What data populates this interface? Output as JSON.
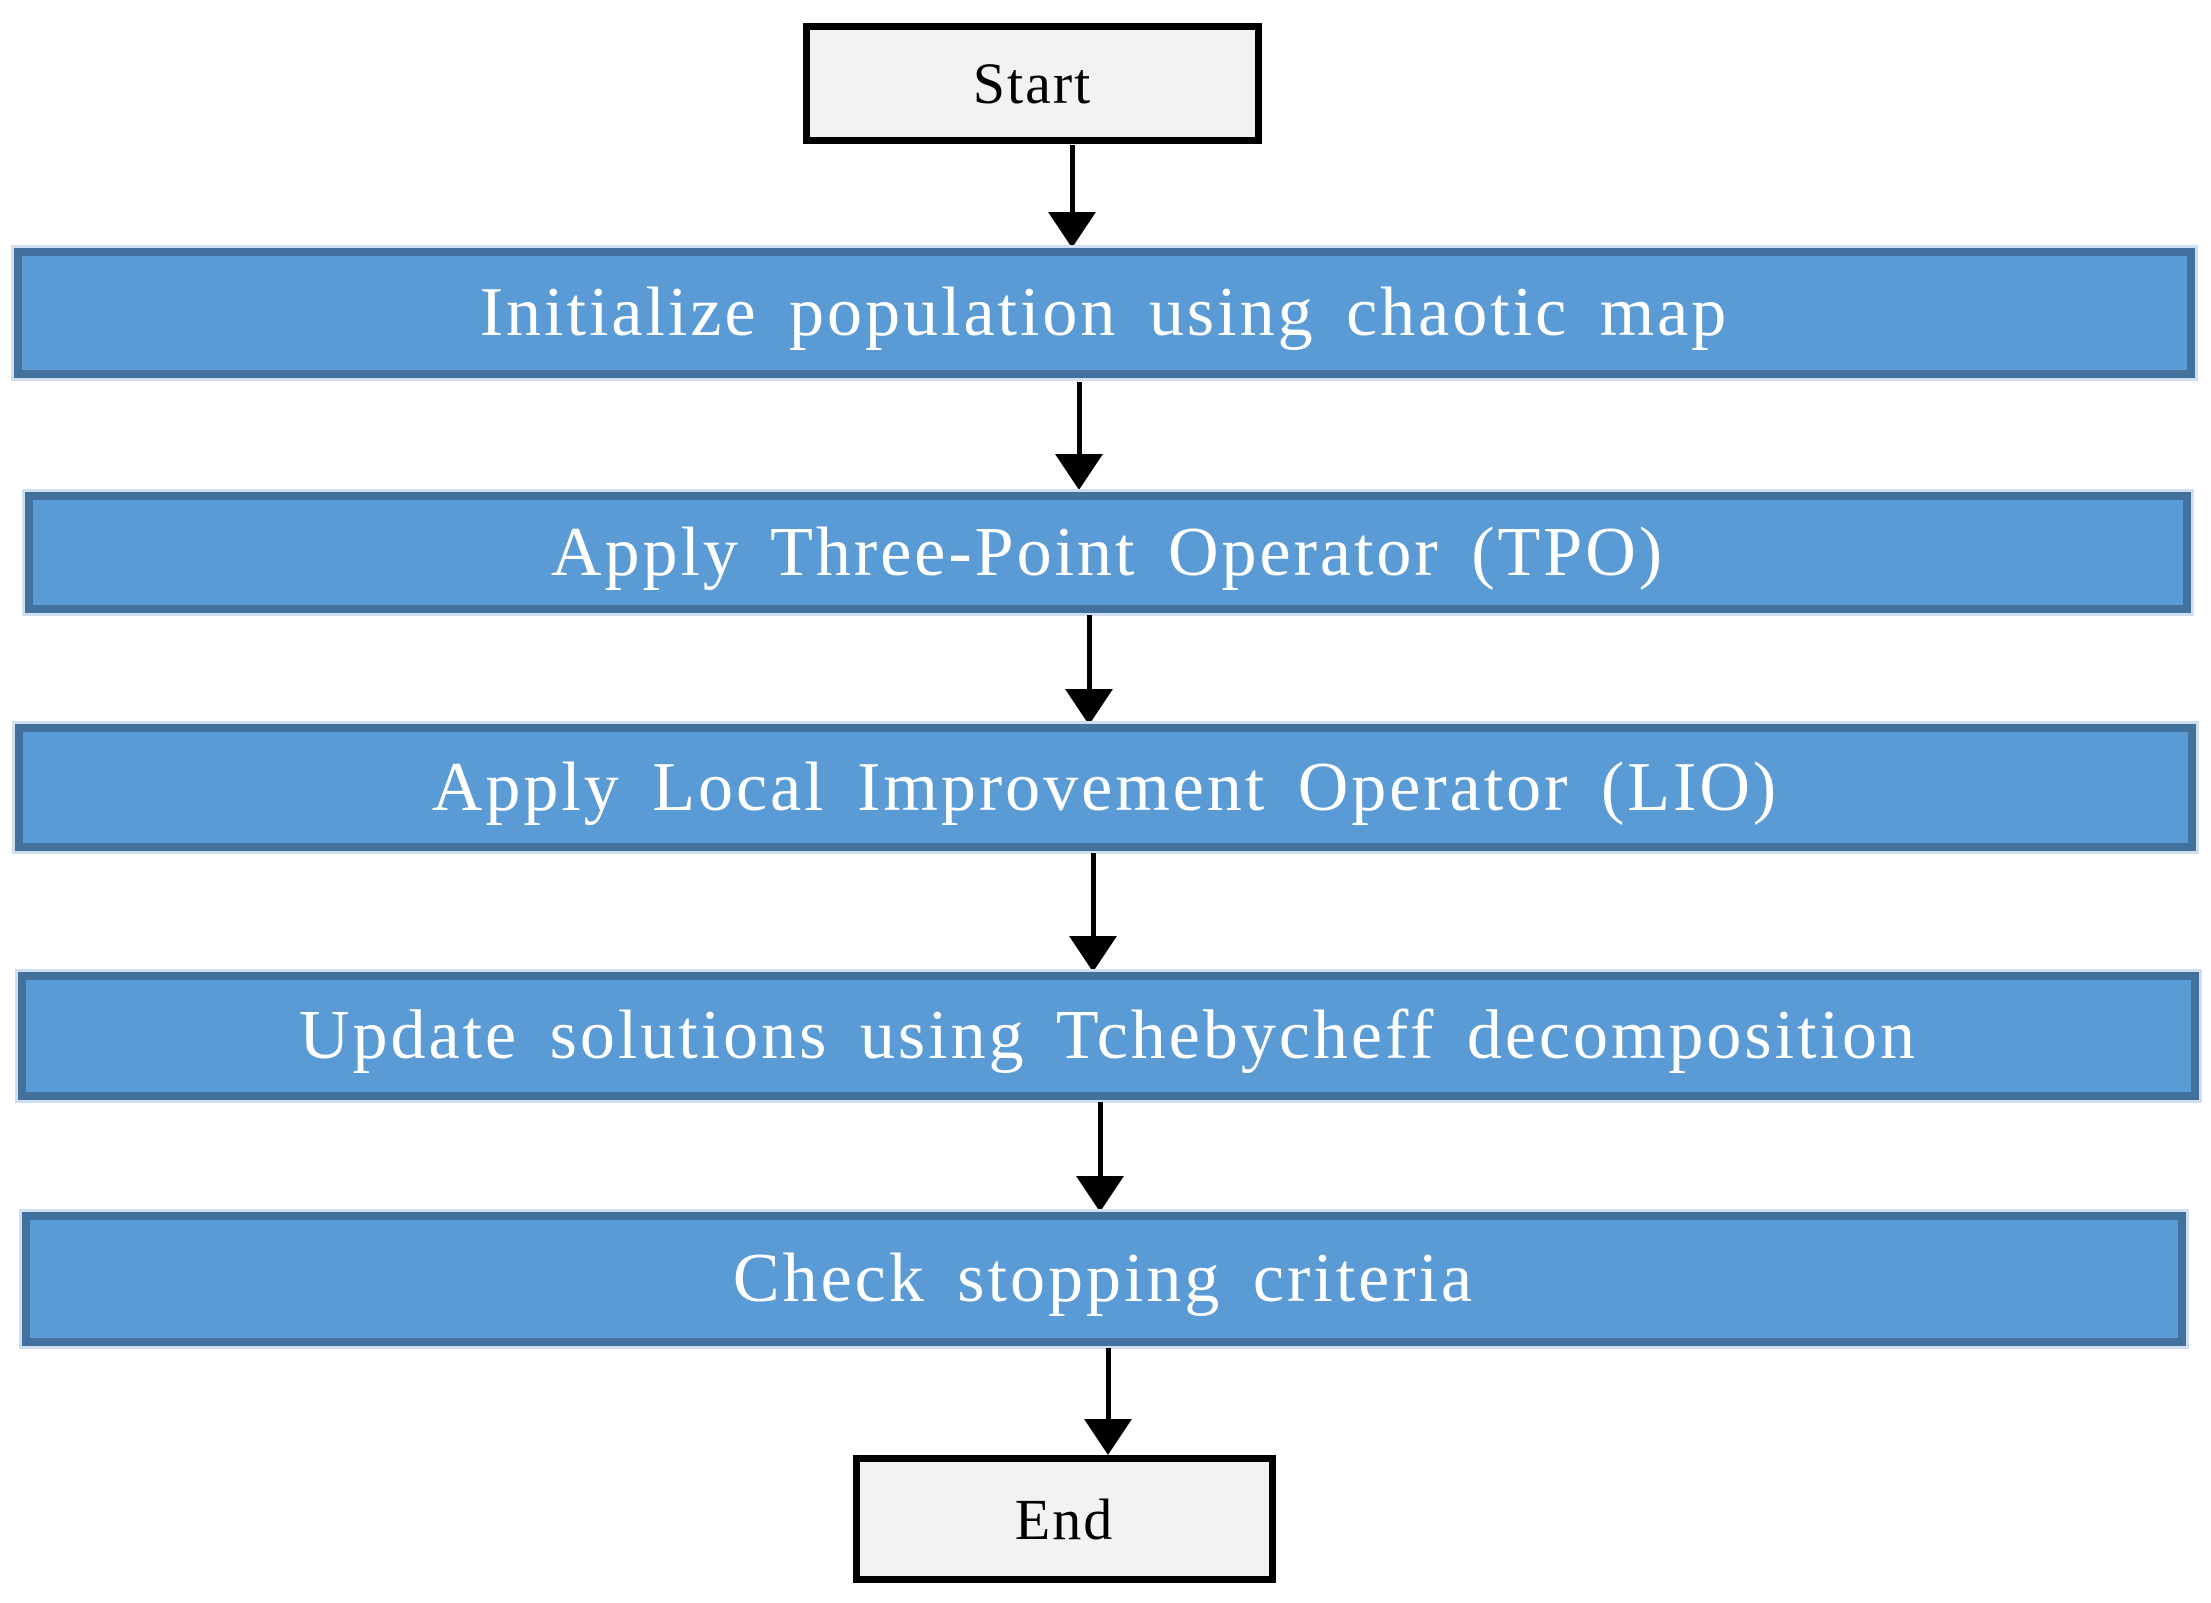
{
  "figure": {
    "type": "flowchart",
    "background": "#FFFFFF"
  },
  "diagram": {
    "nodes": [
      {
        "id": "start",
        "kind": "terminal",
        "label": "Start"
      },
      {
        "id": "initialize",
        "kind": "process",
        "label": "Initialize population using chaotic map"
      },
      {
        "id": "tpo",
        "kind": "process",
        "label": "Apply Three-Point Operator (TPO)"
      },
      {
        "id": "lio",
        "kind": "process",
        "label": "Apply Local Improvement Operator (LIO)"
      },
      {
        "id": "update",
        "kind": "process",
        "label": "Update solutions using Tchebycheff decomposition"
      },
      {
        "id": "check",
        "kind": "process",
        "label": "Check stopping criteria"
      },
      {
        "id": "end",
        "kind": "terminal",
        "label": "End"
      }
    ],
    "edges": [
      {
        "from": "start",
        "to": "initialize"
      },
      {
        "from": "initialize",
        "to": "tpo"
      },
      {
        "from": "tpo",
        "to": "lio"
      },
      {
        "from": "lio",
        "to": "update"
      },
      {
        "from": "update",
        "to": "check"
      },
      {
        "from": "check",
        "to": "end"
      }
    ],
    "colors": {
      "process_fill": "#5B9BD5",
      "process_border": "#41719C",
      "process_text": "#FFFFFF",
      "terminal_fill": "#F2F2F2",
      "terminal_border": "#000000",
      "terminal_text": "#000000",
      "arrow": "#000000"
    }
  }
}
